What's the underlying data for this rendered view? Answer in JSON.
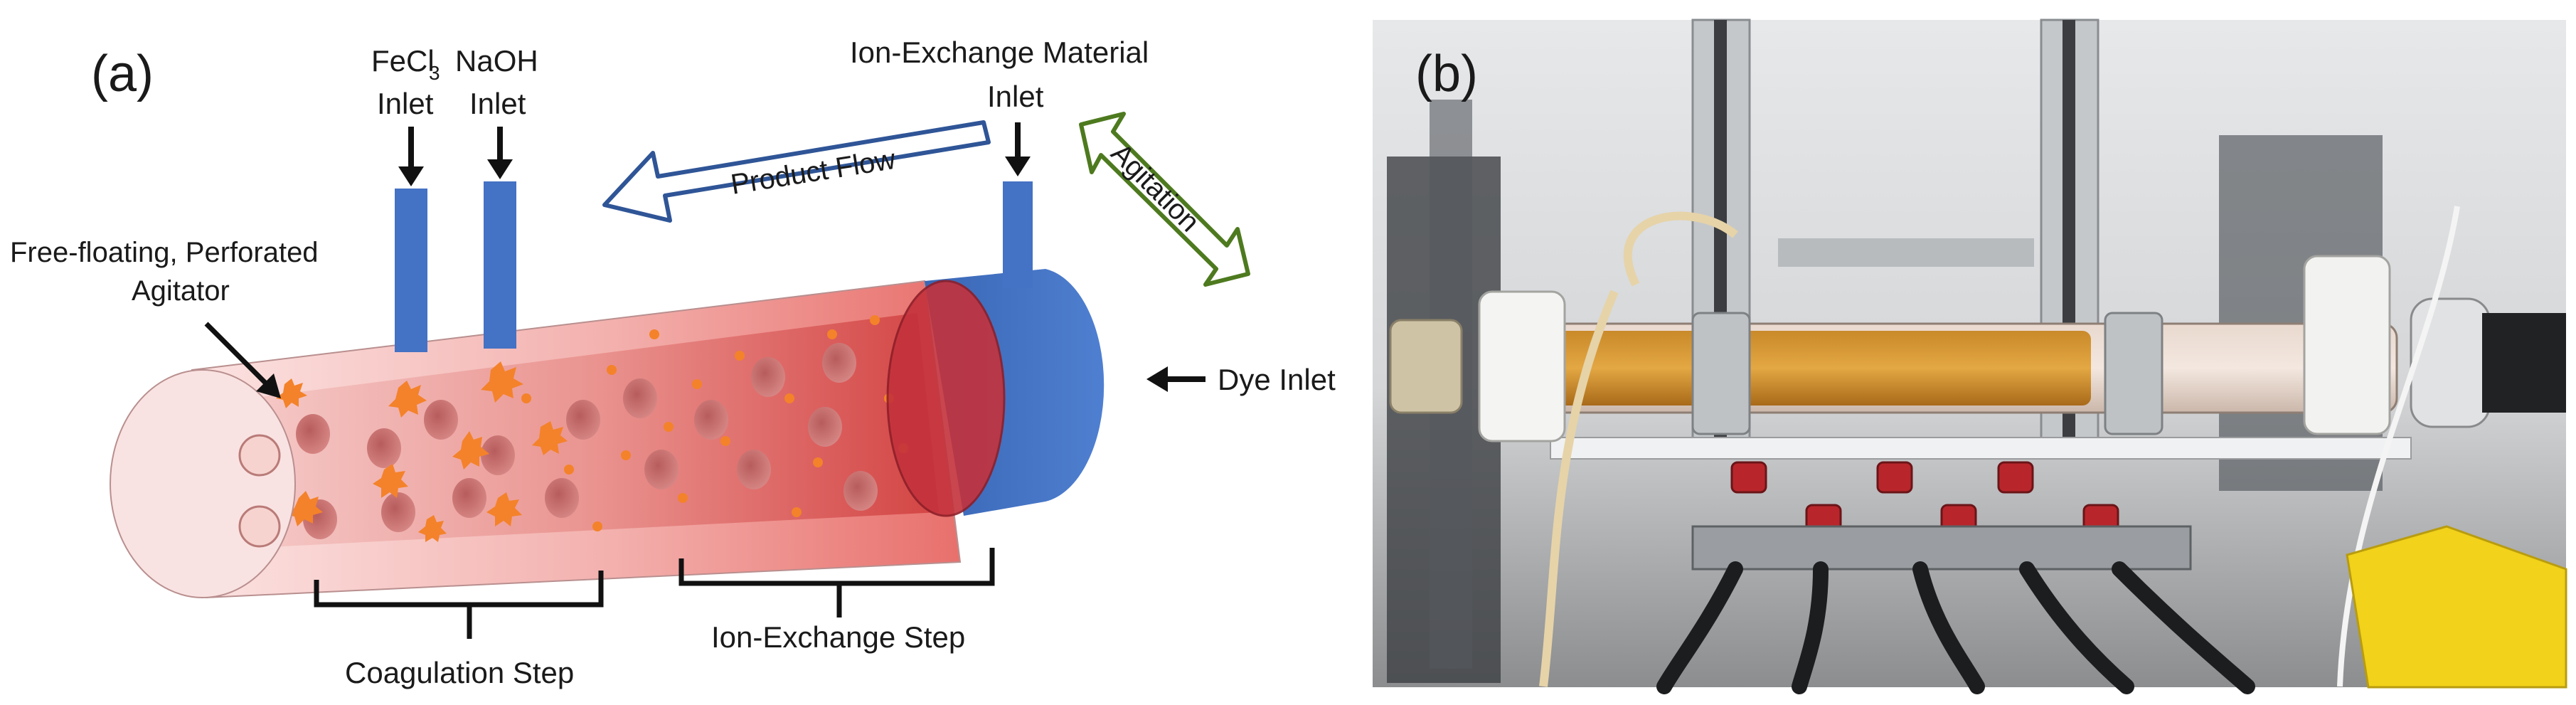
{
  "panel_a": {
    "label": "(a)",
    "fecl3_main": "FeCl",
    "fecl3_sub": "3",
    "naoh": "NaOH",
    "inlet_1": "Inlet",
    "inlet_2": "Inlet",
    "ion_exchange_material": "Ion-Exchange Material",
    "inlet_3": "Inlet",
    "product_flow": "Product Flow",
    "agitation": "Agitation",
    "agitator_line1": "Free-floating, Perforated",
    "agitator_line2": "Agitator",
    "dye_inlet": "Dye Inlet",
    "coagulation_step": "Coagulation Step",
    "ion_exchange_step": "Ion-Exchange Step"
  },
  "panel_b": {
    "label": "(b)"
  },
  "colors": {
    "inlet_blue": "#4472c4",
    "flow_arrow_outline": "#2f5597",
    "agitation_outline": "#4e7a1f",
    "particle_orange": "#f4822a",
    "tube_red": "#e04b4b"
  }
}
